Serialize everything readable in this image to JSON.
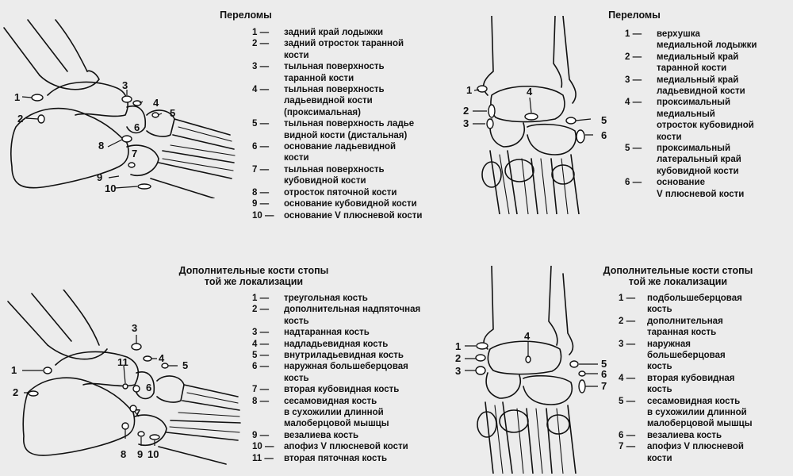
{
  "top_left": {
    "title": "Переломы",
    "items": [
      {
        "num": "1 —",
        "text": "задний край лодыжки"
      },
      {
        "num": "2 —",
        "text": "задний отросток таранной\nкости"
      },
      {
        "num": "3 —",
        "text": "тыльная поверхность\nтаранной кости"
      },
      {
        "num": "4 —",
        "text": "тыльная поверхность\nладьевидной кости\n(проксимальная)"
      },
      {
        "num": "5 —",
        "text": "тыльная поверхность ладье\nвидной кости (дистальная)"
      },
      {
        "num": "6 —",
        "text": "основание ладьевидной\nкости"
      },
      {
        "num": "7 —",
        "text": "тыльная поверхность\nкубовидной кости"
      },
      {
        "num": "8 —",
        "text": "отросток пяточной кости"
      },
      {
        "num": "9 —",
        "text": "основание кубовидной кости"
      },
      {
        "num": "10 —",
        "text": "основание V плюсневой кости"
      }
    ],
    "callouts": [
      "1",
      "2",
      "3",
      "4",
      "5",
      "6",
      "7",
      "8",
      "9",
      "10"
    ]
  },
  "top_right": {
    "title": "Переломы",
    "items": [
      {
        "num": "1 —",
        "text": "верхушка\nмедиальной лодыжки"
      },
      {
        "num": "2 —",
        "text": "медиальный край\nтаранной кости"
      },
      {
        "num": "3 —",
        "text": "медиальный край\nладьевидной кости"
      },
      {
        "num": "4 —",
        "text": "проксимальный\nмедиальный\nотросток кубовидной\nкости"
      },
      {
        "num": "5 —",
        "text": "проксимальный\nлатеральный край\nкубовидной кости"
      },
      {
        "num": "6 —",
        "text": "основание\nV плюсневой кости"
      }
    ],
    "callouts": [
      "1",
      "2",
      "3",
      "4",
      "5",
      "6"
    ]
  },
  "bottom_left": {
    "title": "Дополнительные кости стопы\nтой же локализации",
    "items": [
      {
        "num": "1 —",
        "text": "треугольная кость"
      },
      {
        "num": "2 —",
        "text": "дополнительная надпяточная\nкость"
      },
      {
        "num": "3 —",
        "text": "надтаранная кость"
      },
      {
        "num": "4 —",
        "text": "надладьевидная кость"
      },
      {
        "num": "5 —",
        "text": "внутриладьевидная кость"
      },
      {
        "num": "6 —",
        "text": "наружная большеберцовая\nкость"
      },
      {
        "num": "7 —",
        "text": "вторая кубовидная кость"
      },
      {
        "num": "8 —",
        "text": "сесамовидная кость\nв сухожилии длинной\nмалоберцовой мышцы"
      },
      {
        "num": "9 —",
        "text": "везалиева кость"
      },
      {
        "num": "10 —",
        "text": "апофиз V плюсневой кости"
      },
      {
        "num": "11 —",
        "text": "вторая пяточная кость"
      }
    ],
    "callouts": [
      "1",
      "2",
      "3",
      "4",
      "5",
      "6",
      "7",
      "8",
      "9",
      "10",
      "11"
    ]
  },
  "bottom_right": {
    "title": "Дополнительные кости стопы\nтой же локализации",
    "items": [
      {
        "num": "1 —",
        "text": "подбольшеберцовая\nкость"
      },
      {
        "num": "2 —",
        "text": "дополнительная\nтаранная кость"
      },
      {
        "num": "3 —",
        "text": "наружная\nбольшеберцовая\nкость"
      },
      {
        "num": "4 —",
        "text": "вторая кубовидная\nкость"
      },
      {
        "num": "5 —",
        "text": "сесамовидная кость\nв сухожилии длинной\nмалоберцовой мышцы"
      },
      {
        "num": "6 —",
        "text": "везалиева кость"
      },
      {
        "num": "7 —",
        "text": "апофиз V плюсневой\nкости"
      }
    ],
    "callouts": [
      "1",
      "2",
      "3",
      "4",
      "5",
      "6",
      "7"
    ]
  }
}
